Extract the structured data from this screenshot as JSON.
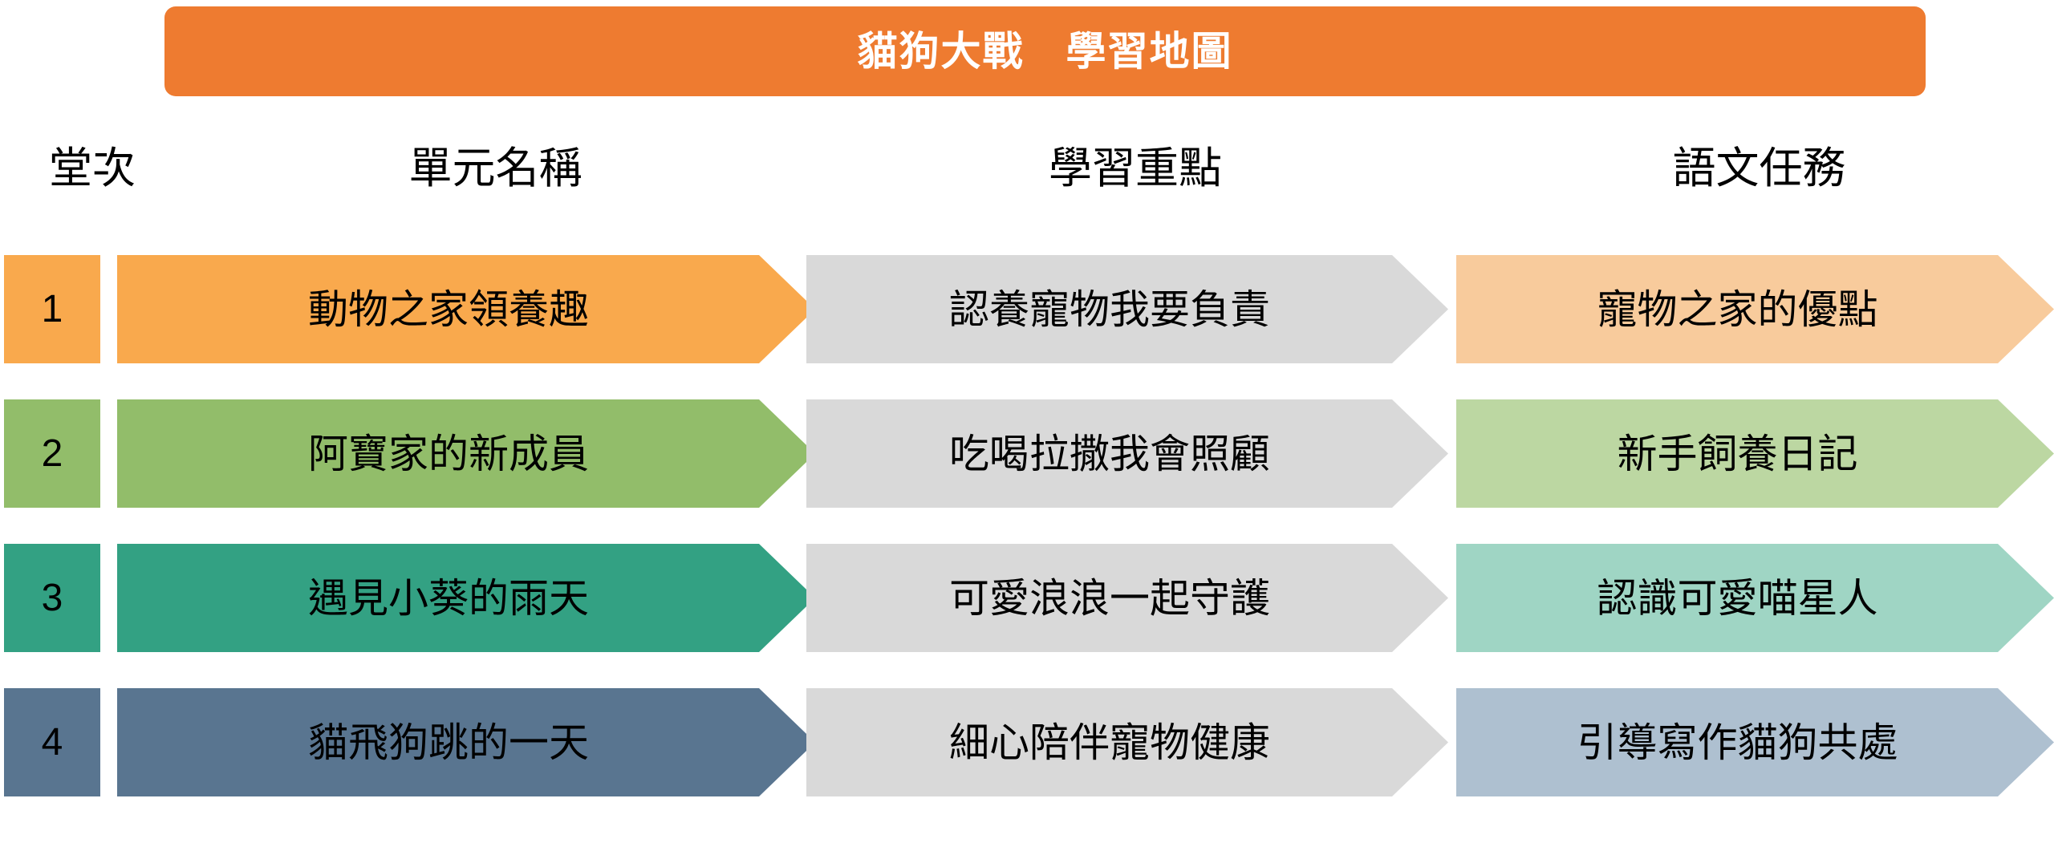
{
  "title": {
    "text": "貓狗大戰　學習地圖",
    "bar_color": "#EE7B30",
    "text_color": "#FFFFFF"
  },
  "columns": [
    {
      "key": "lesson",
      "label": "堂次"
    },
    {
      "key": "unit",
      "label": "單元名稱"
    },
    {
      "key": "focus",
      "label": "學習重點"
    },
    {
      "key": "task",
      "label": "語文任務"
    }
  ],
  "rows": [
    {
      "lesson": "1",
      "unit": "動物之家領養趣",
      "focus": "認養寵物我要負責",
      "task": "寵物之家的優點",
      "num_color": "#F9A94D",
      "unit_color": "#F9A94D",
      "focus_color": "#D9D9D9",
      "task_color": "#F8CB9C"
    },
    {
      "lesson": "2",
      "unit": "阿寶家的新成員",
      "focus": "吃喝拉撒我會照顧",
      "task": "新手飼養日記",
      "num_color": "#92BD6A",
      "unit_color": "#92BD6A",
      "focus_color": "#D9D9D9",
      "task_color": "#BCD7A2"
    },
    {
      "lesson": "3",
      "unit": "遇見小葵的雨天",
      "focus": "可愛浪浪一起守護",
      "task": "認識可愛喵星人",
      "num_color": "#33A183",
      "unit_color": "#33A183",
      "focus_color": "#D9D9D9",
      "task_color": "#9FD5C4"
    },
    {
      "lesson": "4",
      "unit": "貓飛狗跳的一天",
      "focus": "細心陪伴寵物健康",
      "task": "引導寫作貓狗共處",
      "num_color": "#597590",
      "unit_color": "#597590",
      "focus_color": "#D9D9D9",
      "task_color": "#AEC0D0"
    }
  ]
}
